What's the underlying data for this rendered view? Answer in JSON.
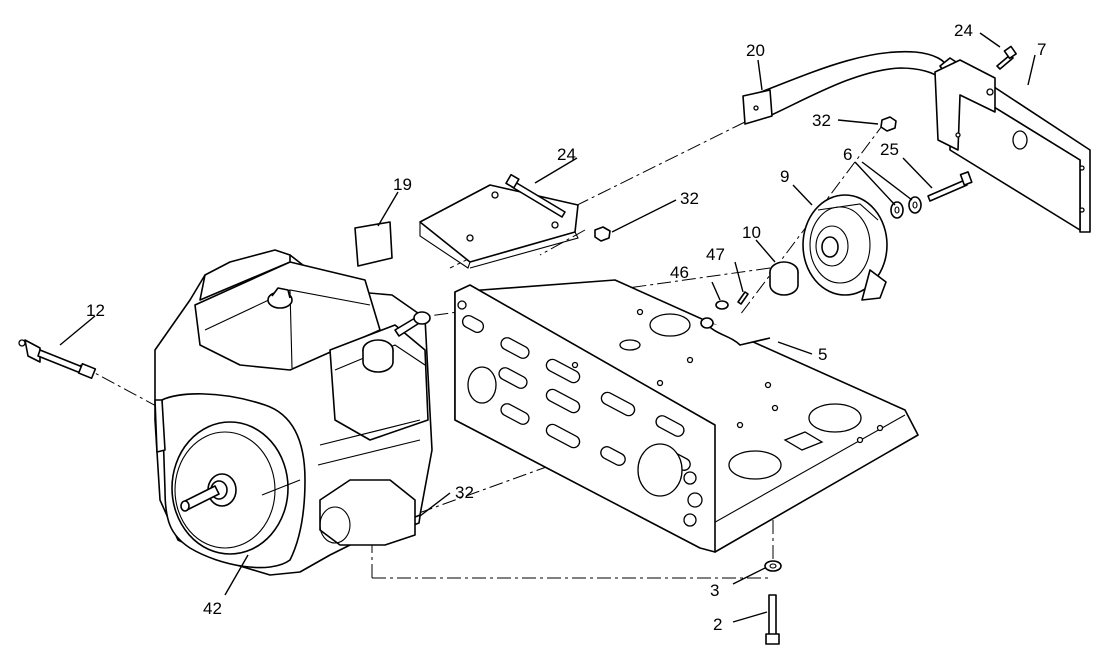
{
  "callouts": [
    "24",
    "7",
    "20",
    "32",
    "25",
    "6",
    "9",
    "24",
    "19",
    "32",
    "10",
    "47",
    "46",
    "12",
    "5",
    "32",
    "42",
    "3",
    "2"
  ]
}
